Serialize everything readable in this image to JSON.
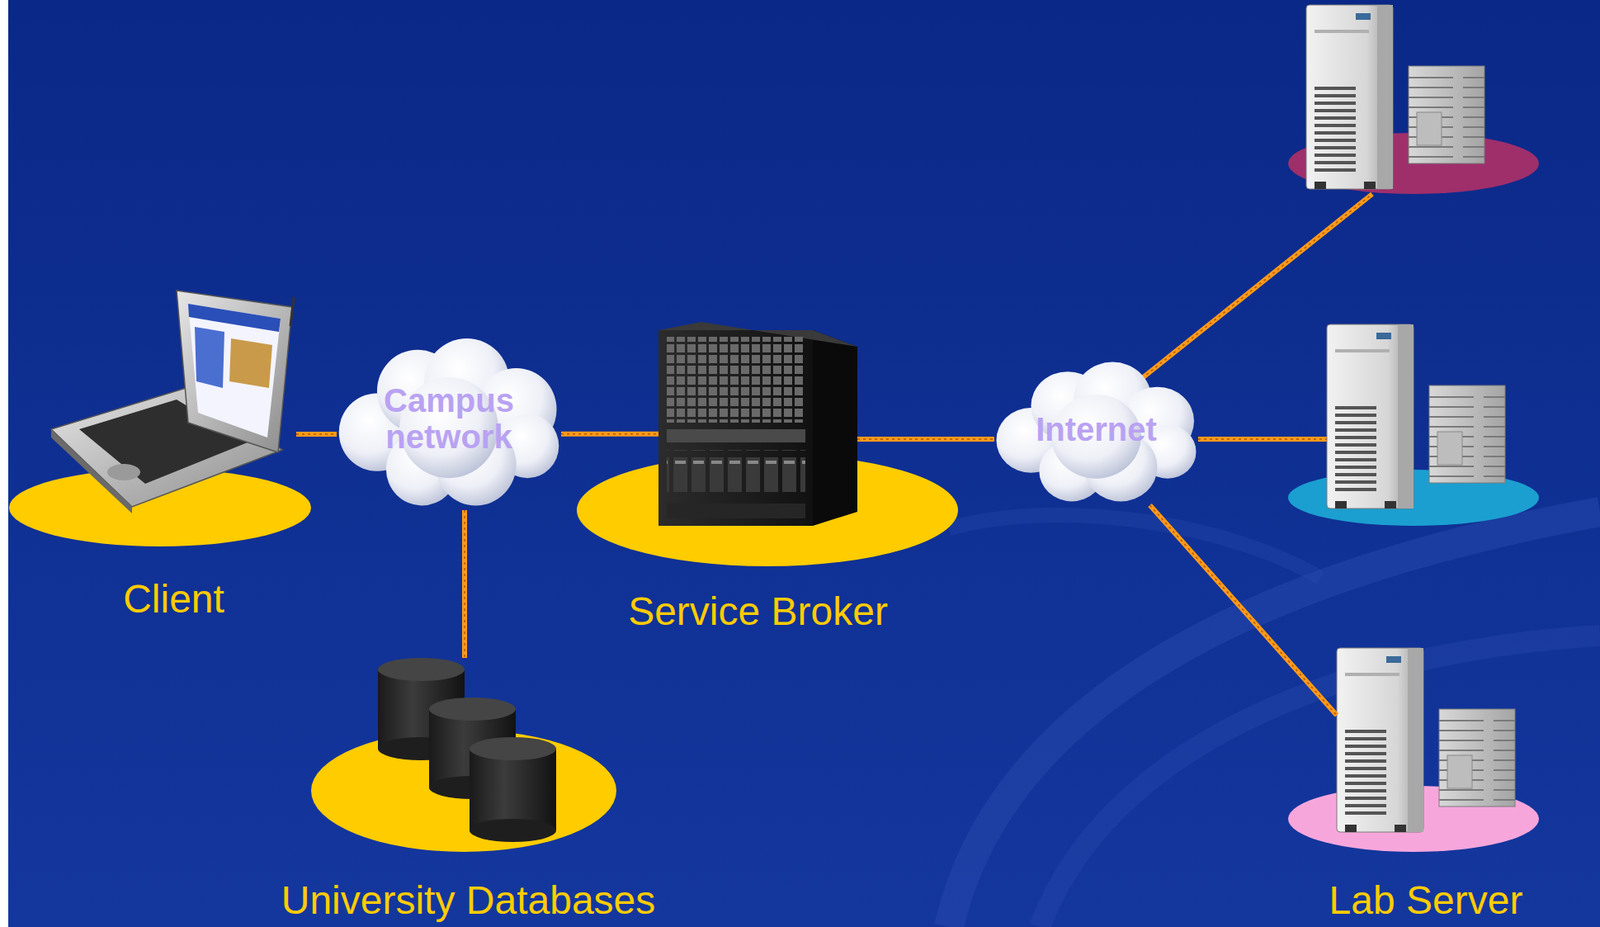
{
  "diagram": {
    "nodes": [
      {
        "text": [
          "Client"
        ]
      },
      {
        "text": [
          "Campus network"
        ]
      },
      {
        "text": [
          "Service Broker"
        ]
      },
      {
        "text": [
          "Internet"
        ]
      },
      {
        "text": [
          "University Databases"
        ]
      },
      {
        "text": [
          "Lab Server"
        ]
      }
    ],
    "edges": [
      {
        "from": 0,
        "to": 1,
        "arrow": "none"
      },
      {
        "from": 1,
        "to": 2,
        "arrow": "none"
      },
      {
        "from": 1,
        "to": 4,
        "arrow": "none"
      },
      {
        "from": 2,
        "to": 3,
        "arrow": "none"
      },
      {
        "from": 3,
        "to": 5,
        "arrow": "none"
      }
    ]
  }
}
